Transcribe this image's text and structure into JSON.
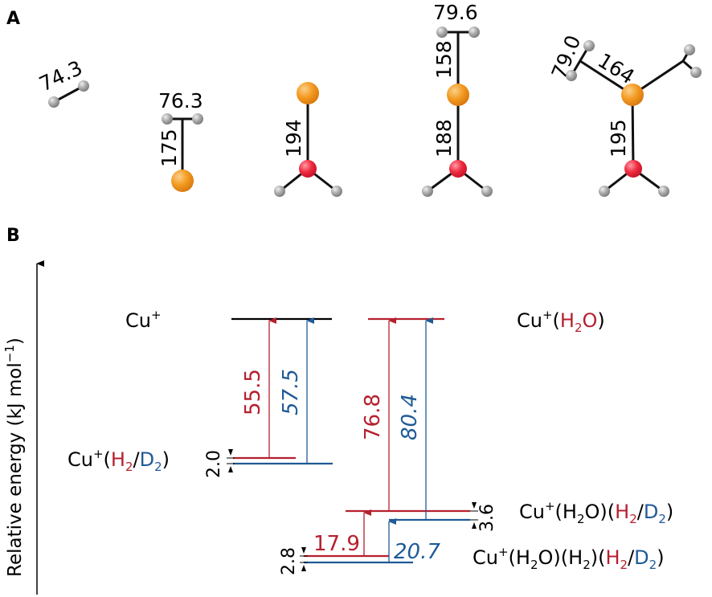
{
  "panels": {
    "a": "A",
    "b": "B"
  },
  "structures": {
    "s1": {
      "hh": "74.3"
    },
    "s2": {
      "hh": "76.3",
      "cuh": "175"
    },
    "s3": {
      "cuo": "194"
    },
    "s4": {
      "hh": "79.6",
      "cuh": "158",
      "cuo": "188"
    },
    "s5": {
      "hh": "79.0",
      "cuh": "164",
      "cuo": "195"
    }
  },
  "axis": {
    "ylabel_main": "Relative energy (kJ mol",
    "ylabel_sup": "−1",
    "ylabel_end": ")"
  },
  "species": {
    "cu": {
      "base": "Cu",
      "charge": "+"
    },
    "cu_h2o": {
      "base": "Cu",
      "charge": "+",
      "open": "(",
      "h": "H",
      "two": "2",
      "o": "O",
      "close": ")"
    },
    "cu_h2d2": {
      "base": "Cu",
      "charge": "+",
      "open": "(",
      "h": "H",
      "two": "2",
      "slash": "/",
      "d": "D",
      "two_b": "2",
      "close": ")"
    },
    "cu_h2o_h2d2": {
      "base": "Cu",
      "charge": "+",
      "part1": "(H",
      "two": "2",
      "part2": "O)(",
      "h": "H",
      "two_b": "2",
      "slash": "/",
      "d": "D",
      "two_c": "2",
      "close": ")"
    },
    "cu_h2o_h2_h2d2": {
      "base": "Cu",
      "charge": "+",
      "part1": "(H",
      "two": "2",
      "part2": "O)(H",
      "two_b": "2",
      "part3": ")(",
      "h": "H",
      "two_c": "2",
      "slash": "/",
      "d": "D",
      "two_d": "2",
      "close": ")"
    }
  },
  "energies": {
    "h2_cu": "55.5",
    "d2_cu": "57.5",
    "h2_cuh2o": "76.8",
    "d2_cuh2o": "80.4",
    "zpe_diff_1": "2.0",
    "zpe_diff_2": "3.6",
    "zpe_diff_3": "2.8",
    "h2_second": "17.9",
    "d2_second": "20.7"
  },
  "colors": {
    "red": "#b5202e",
    "blue": "#1f5a96",
    "orange": "#f39a20",
    "orange_hi": "#fbd08a",
    "pink": "#ee2a3e",
    "pink_hi": "#ff9aa6",
    "grey": "#9a9a9a",
    "grey_hi": "#e6e6e6"
  }
}
